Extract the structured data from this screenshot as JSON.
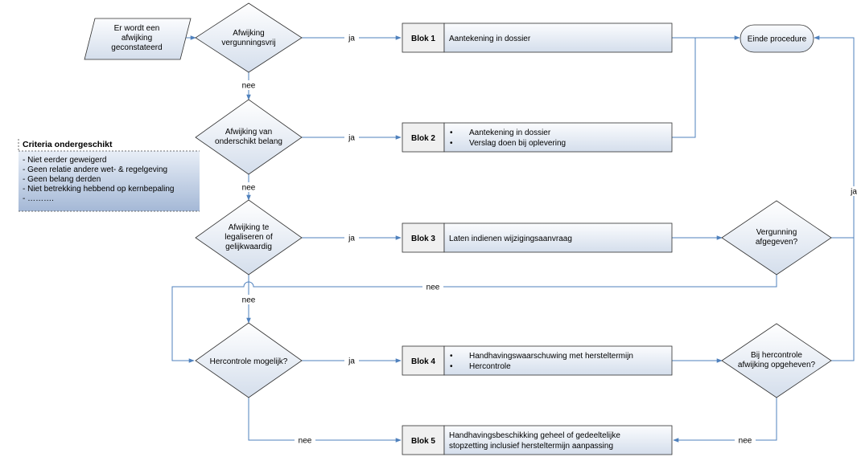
{
  "start": {
    "lines": [
      "Er wordt een",
      "afwijking",
      "geconstateerd"
    ]
  },
  "decisions": {
    "d1": [
      "Afwijking",
      "vergunningsvrij"
    ],
    "d2": [
      "Afwijking van",
      "onderschikt belang"
    ],
    "d3": [
      "Afwijking te",
      "legaliseren of",
      "gelijkwaardig"
    ],
    "d4": [
      "Hercontrole mogelijk?"
    ],
    "d5": [
      "Vergunning",
      "afgegeven?"
    ],
    "d6": [
      "Bij hercontrole",
      "afwijking opgeheven?"
    ]
  },
  "blocks": [
    {
      "name": "Blok 1",
      "lines": [
        "Aantekening in dossier"
      ],
      "bullets": false
    },
    {
      "name": "Blok 2",
      "lines": [
        "Aantekening in dossier",
        "Verslag doen bij oplevering"
      ],
      "bullets": true
    },
    {
      "name": "Blok 3",
      "lines": [
        "Laten indienen wijzigingsaanvraag"
      ],
      "bullets": false
    },
    {
      "name": "Blok 4",
      "lines": [
        "Handhavingswaarschuwing met hersteltermijn",
        "Hercontrole"
      ],
      "bullets": true
    },
    {
      "name": "Blok 5",
      "lines": [
        "Handhavingsbeschikking geheel of gedeeltelijke",
        "stopzetting inclusief hersteltermijn aanpassing"
      ],
      "bullets": false
    }
  ],
  "end": "Einde procedure",
  "labels": {
    "yes": "ja",
    "no": "nee",
    "bullet": "•"
  },
  "criteria": {
    "title": "Criteria ondergeschikt",
    "items": [
      "- Niet eerder geweigerd",
      "- Geen relatie andere wet- & regelgeving",
      "- Geen belang derden",
      "- Niet betrekking hebbend op kernbepaling",
      "- ………."
    ]
  },
  "colors": {
    "connector": "#4f81bd",
    "shape_top": "#ffffff",
    "shape_bottom": "#d6e0ee",
    "criteria_bottom": "#a4b8d6"
  }
}
